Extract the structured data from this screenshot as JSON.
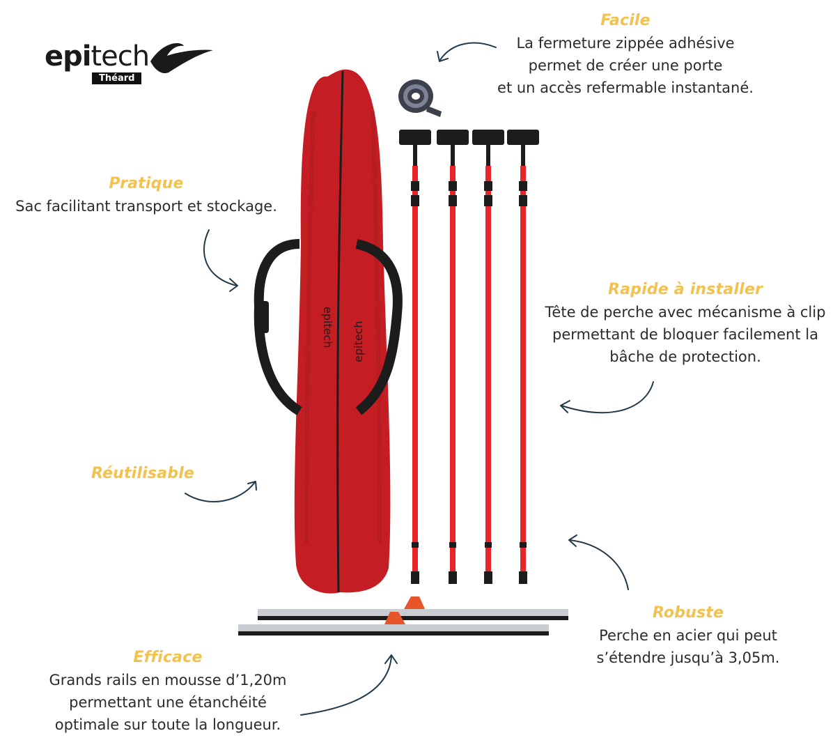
{
  "brand": {
    "name_part1": "epi",
    "name_part2": "tech",
    "badge": "Théard"
  },
  "callouts": {
    "facile": {
      "title": "Facile",
      "lines": [
        "La fermeture zippée adhésive",
        "permet de créer une porte",
        "et un accès refermable instantané."
      ]
    },
    "pratique": {
      "title": "Pratique",
      "lines": [
        "Sac facilitant transport et stockage."
      ]
    },
    "rapide": {
      "title": "Rapide à installer",
      "lines": [
        "Tête de perche avec mécanisme à clip",
        "permettant de bloquer facilement la",
        "bâche de protection."
      ]
    },
    "reutilisable": {
      "title": "Réutilisable"
    },
    "robuste": {
      "title": "Robuste",
      "lines": [
        "Perche en acier qui peut",
        "s’étendre jusqu’à 3,05m."
      ]
    },
    "efficace": {
      "title": "Efficace",
      "lines": [
        "Grands rails en mousse d’1,20m",
        "permettant une étanchéité",
        "optimale sur toute la longueur."
      ]
    }
  },
  "colors": {
    "accent_title": "#f2c14e",
    "arrow": "#21394a",
    "bag_red": "#c41e24",
    "pole_red": "#e8262a"
  }
}
